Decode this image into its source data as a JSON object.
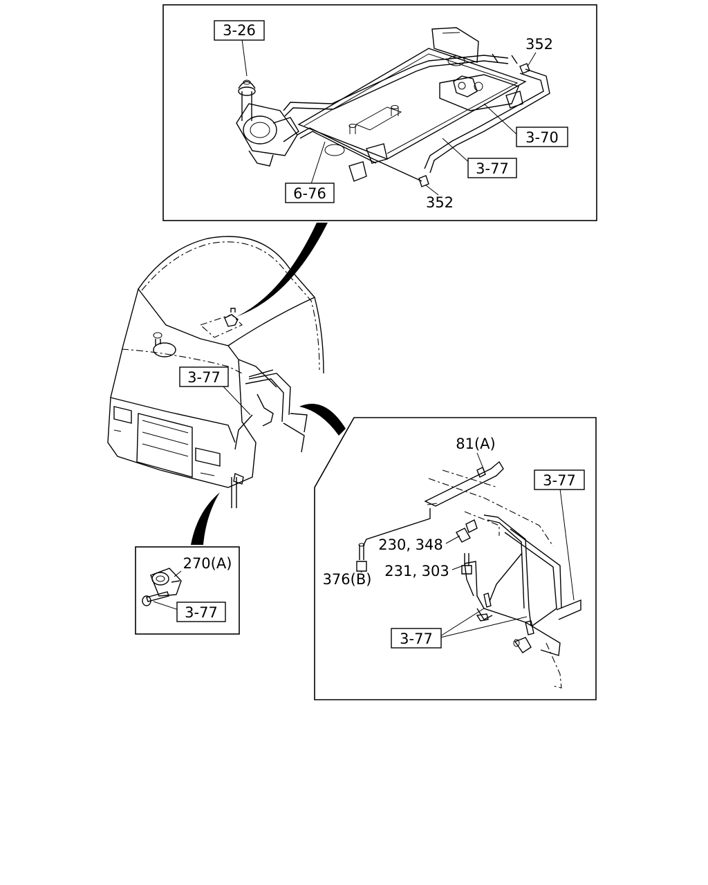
{
  "top_panel": {
    "callouts": {
      "c1": "3-26",
      "c2": "352",
      "c3": "3-70",
      "c4": "3-77",
      "c5": "6-76",
      "c6": "352"
    }
  },
  "cab": {
    "callouts": {
      "c1": "3-77"
    }
  },
  "left_detail": {
    "callouts": {
      "c1": "270(A)",
      "c2": "3-77"
    }
  },
  "right_detail": {
    "callouts": {
      "c1": "81(A)",
      "c2": "3-77",
      "c3": "230, 348",
      "c4": "231, 303",
      "c5": "376(B)",
      "c6": "3-77"
    }
  }
}
